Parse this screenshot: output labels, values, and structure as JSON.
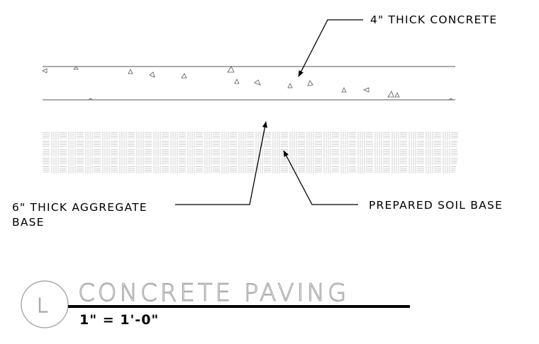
{
  "callouts": {
    "concrete": "4\" THICK CONCRETE",
    "aggregate_line1": "6\" THICK AGGREGATE",
    "aggregate_line2": "BASE",
    "soil": "PREPARED SOIL BASE"
  },
  "title_block": {
    "detail_letter": "L",
    "title": "CONCRETE PAVING",
    "scale": "1\" = 1'-0\""
  }
}
